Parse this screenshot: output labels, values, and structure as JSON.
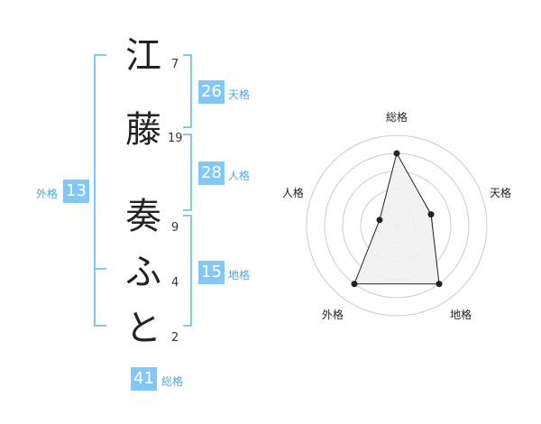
{
  "name": {
    "chars": [
      {
        "char": "江",
        "strokes": "7"
      },
      {
        "char": "藤",
        "strokes": "19"
      },
      {
        "char": "奏",
        "strokes": "9"
      },
      {
        "char": "ふ",
        "strokes": "4"
      },
      {
        "char": "と",
        "strokes": "2"
      }
    ]
  },
  "fortune": {
    "ten": {
      "value": "26",
      "label": "天格"
    },
    "jin": {
      "value": "28",
      "label": "人格"
    },
    "chi": {
      "value": "15",
      "label": "地格"
    },
    "gai": {
      "value": "13",
      "label": "外格"
    },
    "so": {
      "value": "41",
      "label": "総格"
    }
  },
  "chart_data": {
    "type": "radar",
    "axes": [
      "総格",
      "天格",
      "地格",
      "外格",
      "人格"
    ],
    "values": [
      4,
      2,
      4,
      4,
      1
    ],
    "max": 5,
    "rings": 5,
    "colors": {
      "fill": "#f0f0f0",
      "line": "#222222",
      "grid": "#cccccc"
    }
  }
}
